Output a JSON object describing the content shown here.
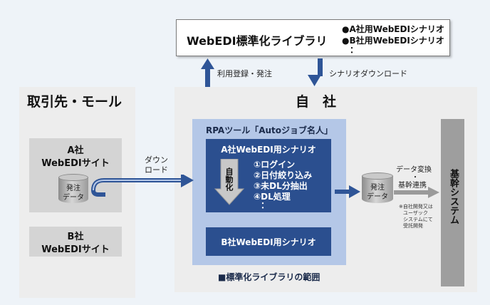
{
  "library": {
    "title": "WebEDI標準化ライブラリ",
    "items": [
      "●A社用WebEDIシナリオ",
      "●B社用WebEDIシナリオ",
      "："
    ]
  },
  "arrows": {
    "up_label": "利用登録・発注",
    "down_label": "シナリオダウンロード",
    "download_label_1": "ダウン",
    "download_label_2": "ロード"
  },
  "partner": {
    "title": "取引先・モール",
    "siteA_1": "A社",
    "siteA_2": "WebEDIサイト",
    "siteB_1": "B社",
    "siteB_2": "WebEDIサイト",
    "db_1": "発注",
    "db_2": "データ"
  },
  "own": {
    "title": "自　社",
    "rpa_title": "RPAツール「Autoジョブ名人」",
    "scenarioA_title": "A社WebEDI用シナリオ",
    "auto_label": "自動化",
    "steps": [
      "①ログイン",
      "②日付絞り込み",
      "③未DL分抽出",
      "④DL処理",
      "："
    ],
    "scenarioB_title": "B社WebEDI用シナリオ",
    "scope_label": "■標準化ライブラリの範囲",
    "db_1": "発注",
    "db_2": "データ",
    "convert_1": "データ変換",
    "convert_2": "・",
    "convert_3": "基幹連携",
    "note": [
      "※自社開発又は",
      "ユーザック",
      "システムにて",
      "受託開発"
    ],
    "core_system": "基幹システム"
  },
  "colors": {
    "accent_blue": "#2f5597",
    "navy": "#2b4f8f",
    "light_blue": "#b4c7e7",
    "panel_gray": "#ededed"
  }
}
